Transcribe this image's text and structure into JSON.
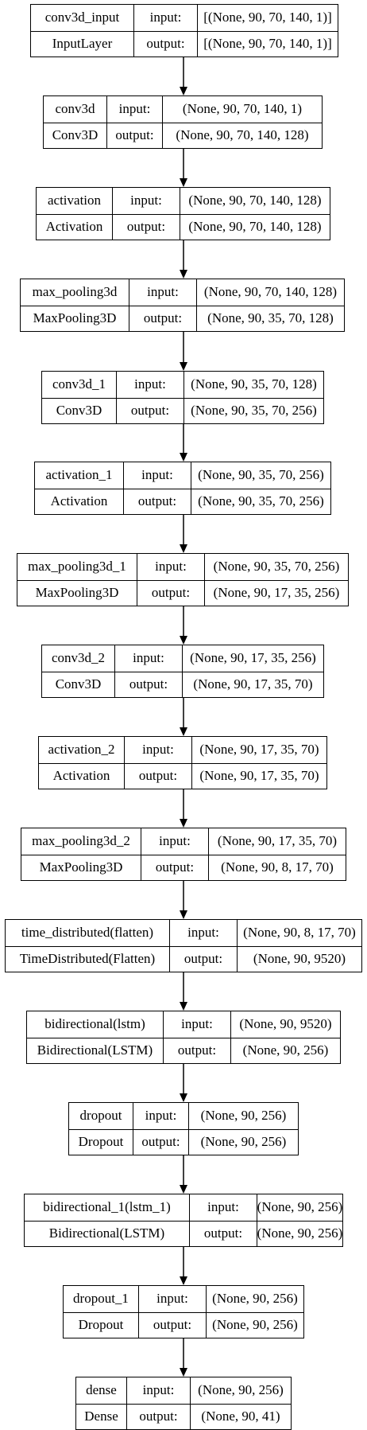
{
  "labels": {
    "input": "input:",
    "output": "output:"
  },
  "layers": [
    {
      "name": "conv3d_input",
      "type": "InputLayer",
      "input": "[(None, 90, 70, 140, 1)]",
      "output": "[(None, 90, 70, 140, 1)]"
    },
    {
      "name": "conv3d",
      "type": "Conv3D",
      "input": "(None, 90, 70, 140, 1)",
      "output": "(None, 90, 70, 140, 128)"
    },
    {
      "name": "activation",
      "type": "Activation",
      "input": "(None, 90, 70, 140, 128)",
      "output": "(None, 90, 70, 140, 128)"
    },
    {
      "name": "max_pooling3d",
      "type": "MaxPooling3D",
      "input": "(None, 90, 70, 140, 128)",
      "output": "(None, 90, 35, 70, 128)"
    },
    {
      "name": "conv3d_1",
      "type": "Conv3D",
      "input": "(None, 90, 35, 70, 128)",
      "output": "(None, 90, 35, 70, 256)"
    },
    {
      "name": "activation_1",
      "type": "Activation",
      "input": "(None, 90, 35, 70, 256)",
      "output": "(None, 90, 35, 70, 256)"
    },
    {
      "name": "max_pooling3d_1",
      "type": "MaxPooling3D",
      "input": "(None, 90, 35, 70, 256)",
      "output": "(None, 90, 17, 35, 256)"
    },
    {
      "name": "conv3d_2",
      "type": "Conv3D",
      "input": "(None, 90, 17, 35, 256)",
      "output": "(None, 90, 17, 35, 70)"
    },
    {
      "name": "activation_2",
      "type": "Activation",
      "input": "(None, 90, 17, 35, 70)",
      "output": "(None, 90, 17, 35, 70)"
    },
    {
      "name": "max_pooling3d_2",
      "type": "MaxPooling3D",
      "input": "(None, 90, 17, 35, 70)",
      "output": "(None, 90, 8, 17, 70)"
    },
    {
      "name": "time_distributed(flatten)",
      "type": "TimeDistributed(Flatten)",
      "input": "(None, 90, 8, 17, 70)",
      "output": "(None, 90, 9520)"
    },
    {
      "name": "bidirectional(lstm)",
      "type": "Bidirectional(LSTM)",
      "input": "(None, 90, 9520)",
      "output": "(None, 90, 256)"
    },
    {
      "name": "dropout",
      "type": "Dropout",
      "input": "(None, 90, 256)",
      "output": "(None, 90, 256)"
    },
    {
      "name": "bidirectional_1(lstm_1)",
      "type": "Bidirectional(LSTM)",
      "input": "(None, 90, 256)",
      "output": "(None, 90, 256)"
    },
    {
      "name": "dropout_1",
      "type": "Dropout",
      "input": "(None, 90, 256)",
      "output": "(None, 90, 256)"
    },
    {
      "name": "dense",
      "type": "Dense",
      "input": "(None, 90, 256)",
      "output": "(None, 90, 41)"
    }
  ]
}
